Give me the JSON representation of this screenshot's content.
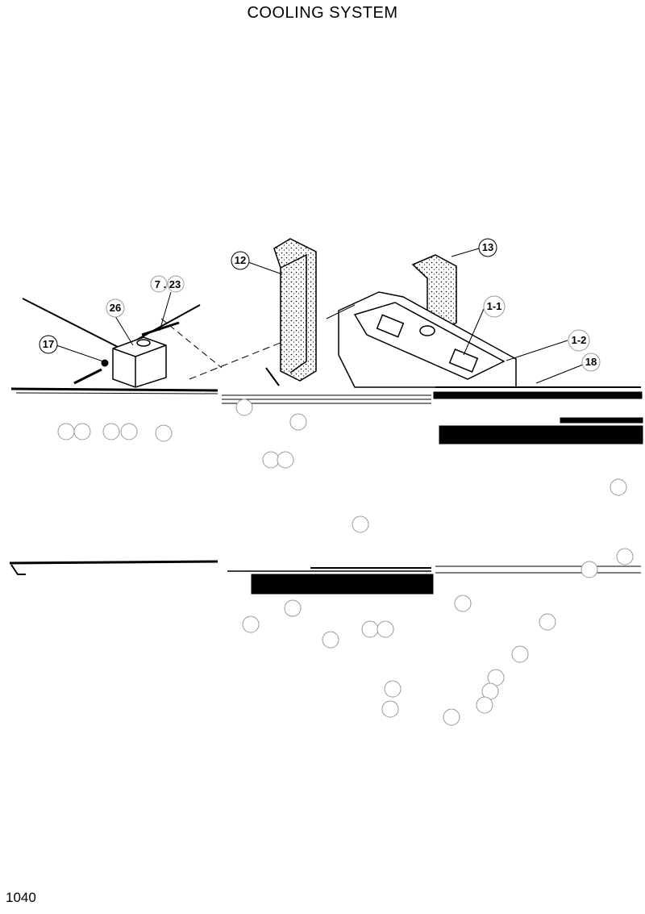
{
  "page": {
    "title": "COOLING SYSTEM",
    "page_number": "1040"
  },
  "callouts": [
    {
      "id": "c12",
      "label": "12"
    },
    {
      "id": "c13",
      "label": "13"
    },
    {
      "id": "c7-23",
      "label": "7 . 23"
    },
    {
      "id": "c26",
      "label": "26"
    },
    {
      "id": "c17",
      "label": "17"
    },
    {
      "id": "c1-1",
      "label": "1-1"
    },
    {
      "id": "c1-2",
      "label": "1-2"
    },
    {
      "id": "c18",
      "label": "18"
    }
  ]
}
